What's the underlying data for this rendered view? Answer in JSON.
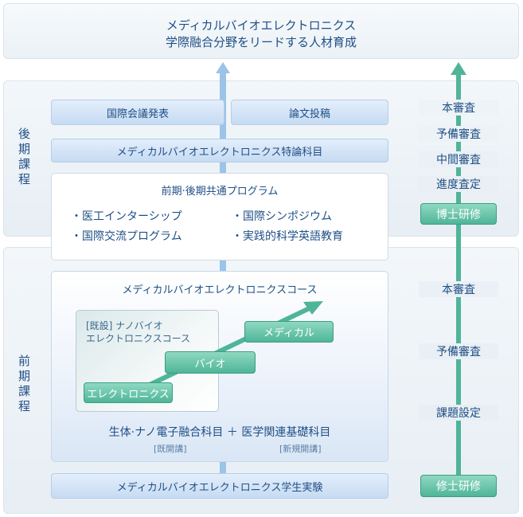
{
  "header": {
    "line1": "メディカルバイオエレクトロニクス",
    "line2": "学際融合分野をリードする人材育成"
  },
  "labels": {
    "doctoral": "後期課程",
    "master": "前期課程"
  },
  "doctoral": {
    "box_conference": "国際会議発表",
    "box_paper": "論文投稿",
    "box_special": "メディカルバイオエレクトロニクス特論科目",
    "program_title": "前期·後期共通プログラム",
    "program_items": [
      "・医工インターシップ",
      "・国際シンポジウム",
      "・国際交流プログラム",
      "・実践的科学英語教育"
    ]
  },
  "master": {
    "course_title": "メディカルバイオエレクトロニクスコース",
    "existing_course_line1": "[既設] ナノバイオ",
    "existing_course_line2": "エレクトロニクスコース",
    "steps": [
      "エレクトロニクス",
      "バイオ",
      "メディカル"
    ],
    "subjects_line": "生体·ナノ電子融合科目 ＋ 医学関連基礎科目",
    "note_existing": "[既開講]",
    "note_new": "[新規開講]",
    "experiment": "メディカルバイオエレクトロニクス学生実験"
  },
  "right_column": {
    "doctoral_reviews": [
      "本審査",
      "予備審査",
      "中間審査",
      "進度査定"
    ],
    "doctoral_badge": "博士研修",
    "master_reviews": [
      "本審査",
      "予備審査",
      "課題設定"
    ],
    "master_badge": "修士研修"
  },
  "colors": {
    "text": "#1f4f86",
    "green": "#4fb598",
    "blue_arrow": "#9cc3e8"
  }
}
